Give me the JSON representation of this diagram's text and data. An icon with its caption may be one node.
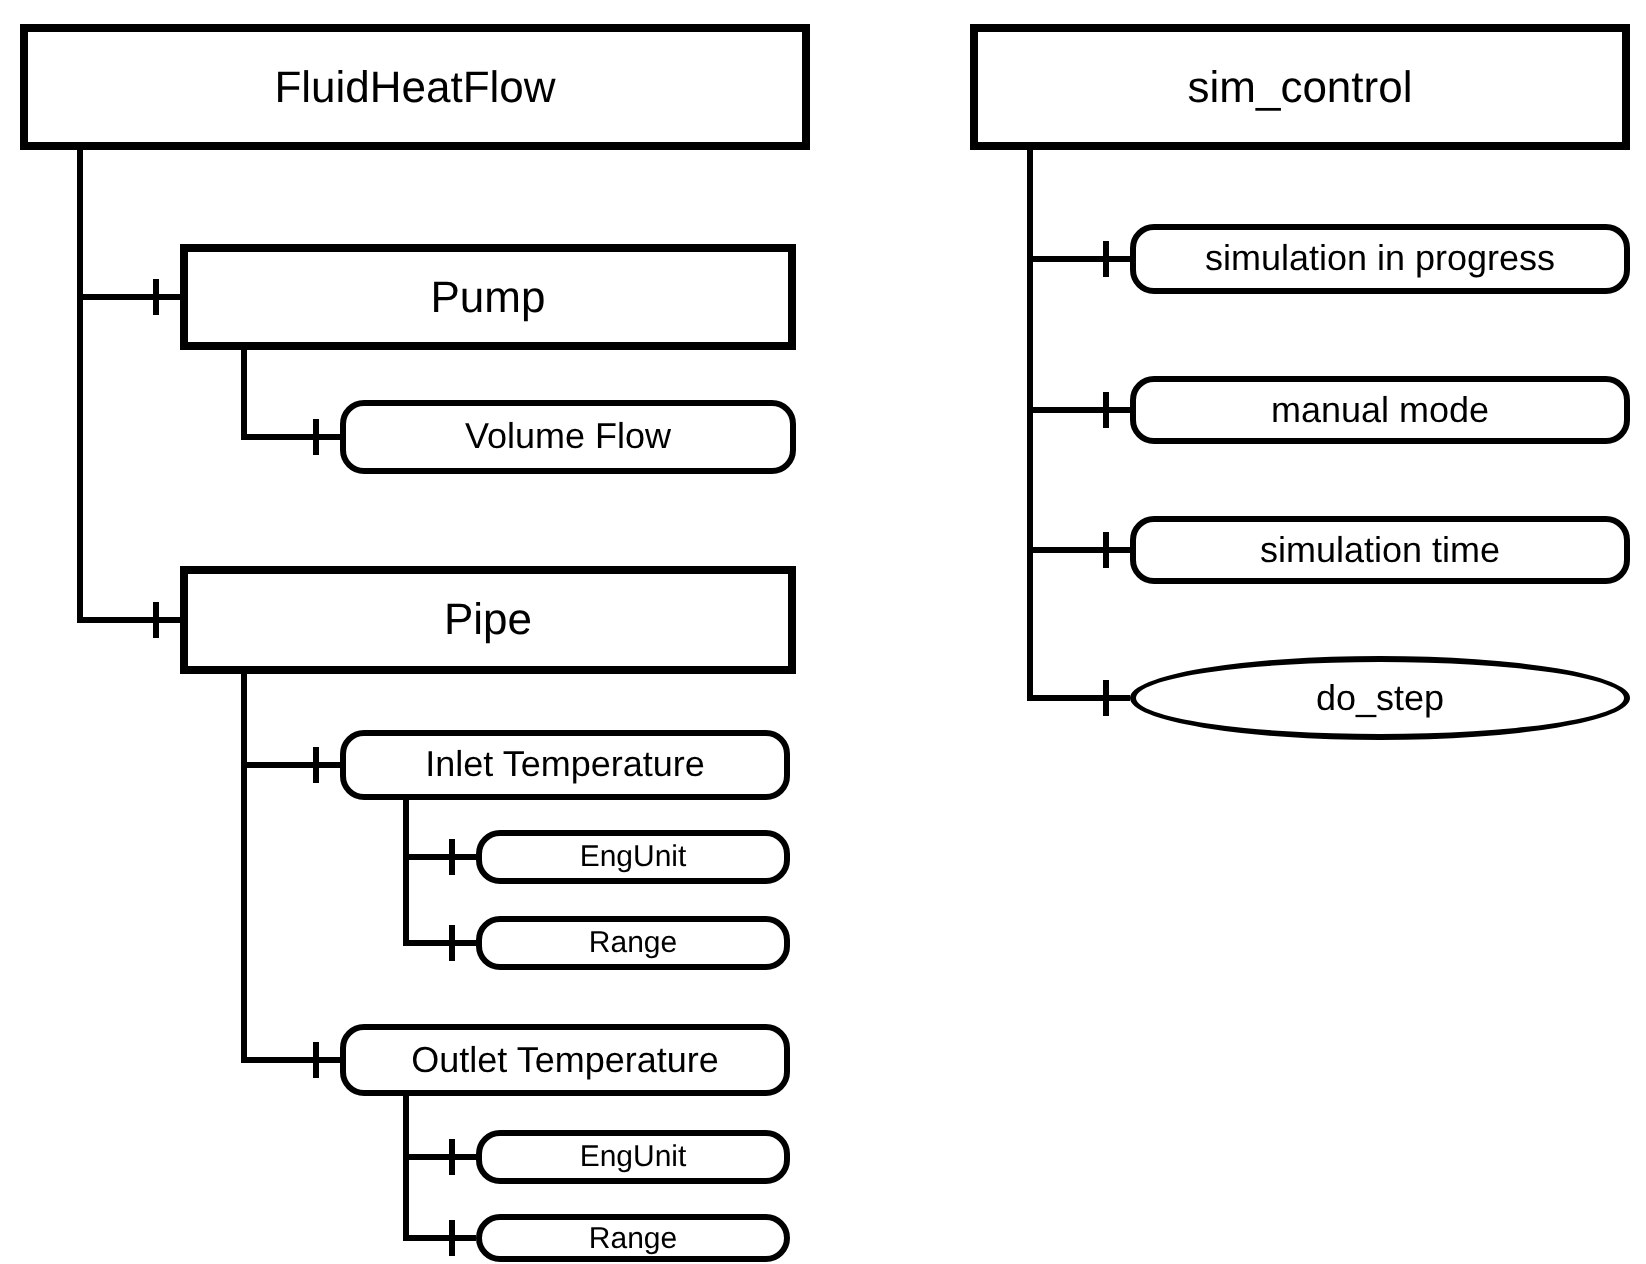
{
  "diagram": {
    "nodes": [
      {
        "text": [
          "FluidHeatFlow"
        ]
      },
      {
        "text": [
          "Pump"
        ]
      },
      {
        "text": [
          "Volume Flow"
        ]
      },
      {
        "text": [
          "Pipe"
        ]
      },
      {
        "text": [
          "Inlet Temperature"
        ]
      },
      {
        "text": [
          "EngUnit"
        ]
      },
      {
        "text": [
          "Range"
        ]
      },
      {
        "text": [
          "Outlet Temperature"
        ]
      },
      {
        "text": [
          "EngUnit"
        ]
      },
      {
        "text": [
          "Range"
        ]
      },
      {
        "text": [
          "sim_control"
        ]
      },
      {
        "text": [
          "simulation in progress"
        ]
      },
      {
        "text": [
          "manual mode"
        ]
      },
      {
        "text": [
          "simulation time"
        ]
      },
      {
        "text": [
          "do_step"
        ]
      }
    ],
    "edges": [
      {
        "from": 0,
        "to": 1,
        "arrow": "other"
      },
      {
        "from": 1,
        "to": 2,
        "arrow": "other"
      },
      {
        "from": 0,
        "to": 3,
        "arrow": "other"
      },
      {
        "from": 3,
        "to": 4,
        "arrow": "other"
      },
      {
        "from": 4,
        "to": 5,
        "arrow": "other"
      },
      {
        "from": 4,
        "to": 6,
        "arrow": "other"
      },
      {
        "from": 3,
        "to": 7,
        "arrow": "other"
      },
      {
        "from": 7,
        "to": 8,
        "arrow": "other"
      },
      {
        "from": 7,
        "to": 9,
        "arrow": "other"
      },
      {
        "from": 10,
        "to": 11,
        "arrow": "other"
      },
      {
        "from": 10,
        "to": 12,
        "arrow": "other"
      },
      {
        "from": 10,
        "to": 13,
        "arrow": "other"
      },
      {
        "from": 10,
        "to": 14,
        "arrow": "other"
      }
    ]
  }
}
